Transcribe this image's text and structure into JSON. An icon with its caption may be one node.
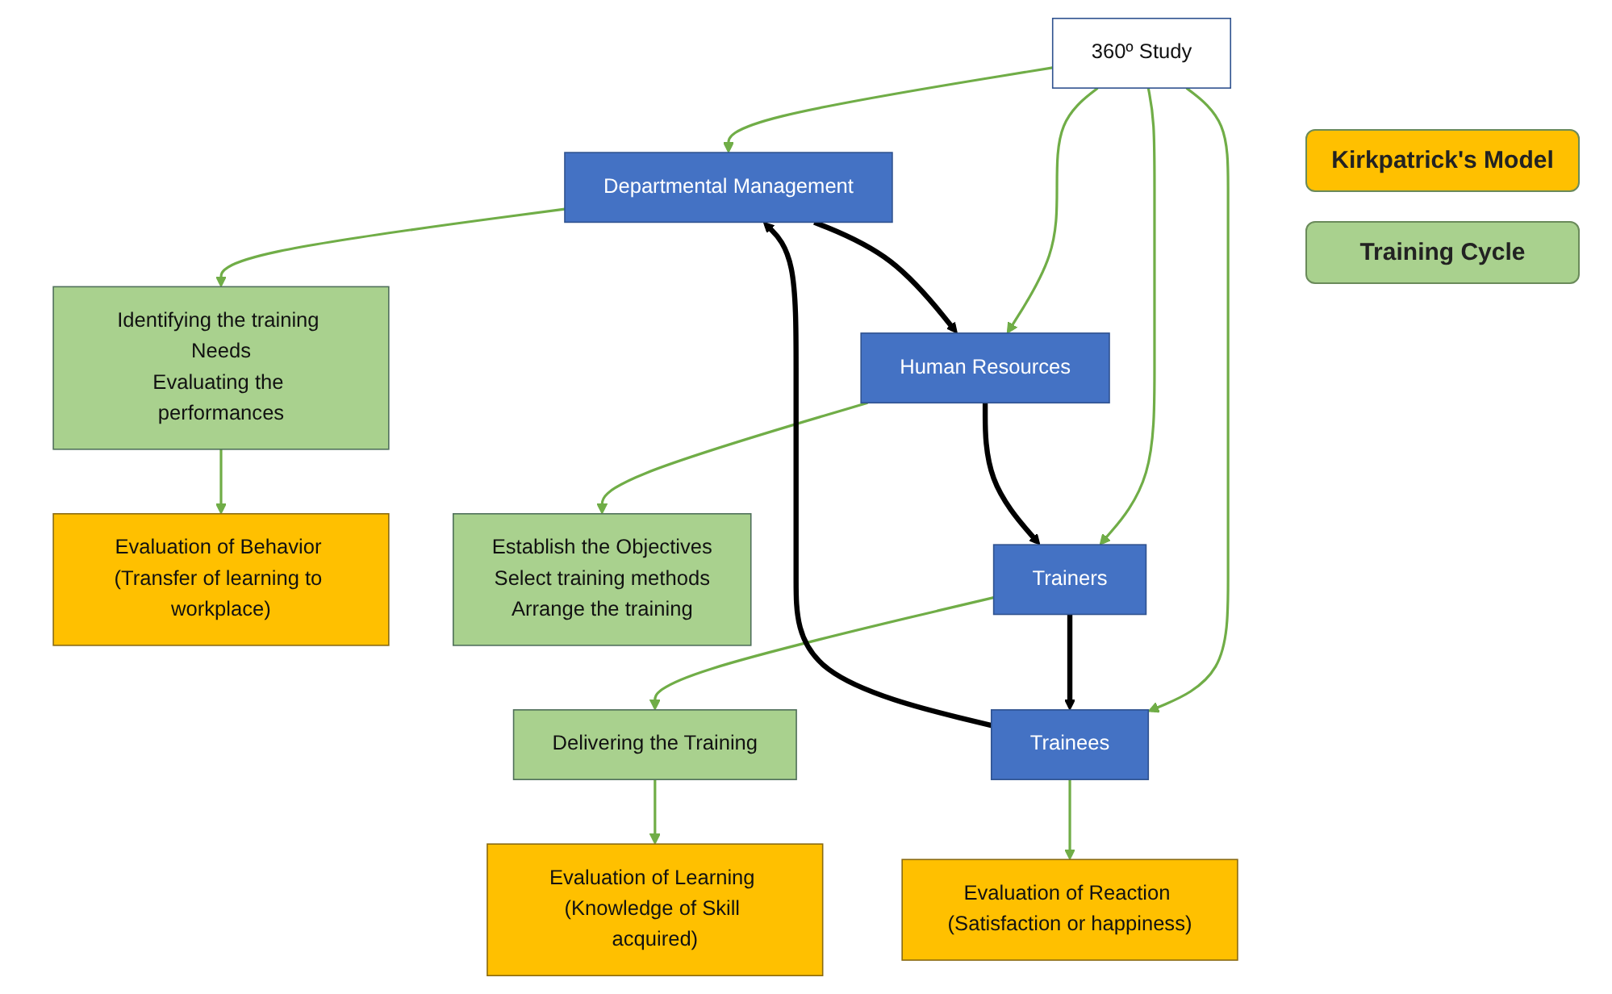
{
  "diagram": {
    "nodes": [
      {
        "text": [
          "Evaluation of Behavior (Transfer of learning to workplace)"
        ]
      },
      {
        "text": [
          "Identifying the training Needs",
          "Evaluating the performances"
        ]
      },
      {
        "text": [
          "Departmental Management"
        ]
      },
      {
        "text": [
          "Evaluation of Reaction (Satisfaction or happiness)"
        ]
      },
      {
        "text": [
          "Trainees"
        ]
      },
      {
        "text": [
          "360º Study"
        ]
      },
      {
        "text": [
          "Human Resources"
        ]
      },
      {
        "text": [
          "Establish the Objectives",
          "Select training methods",
          "Arrange the training"
        ]
      },
      {
        "text": [
          "Trainers"
        ]
      },
      {
        "text": [
          "Delivering the Training"
        ]
      },
      {
        "text": [
          "Evaluation of Learning (Knowledge of Skill acquired)"
        ]
      }
    ],
    "edges": [
      {
        "from": 1,
        "to": 0,
        "arrow": "to"
      },
      {
        "from": 2,
        "to": 1,
        "arrow": "to"
      },
      {
        "from": 5,
        "to": 2,
        "arrow": "to"
      },
      {
        "from": 5,
        "to": 4,
        "arrow": "to"
      },
      {
        "from": 4,
        "to": 3,
        "arrow": "to"
      },
      {
        "from": 5,
        "to": 6,
        "arrow": "to"
      },
      {
        "from": 6,
        "to": 7,
        "arrow": "to"
      },
      {
        "from": 5,
        "to": 8,
        "arrow": "to"
      },
      {
        "from": 8,
        "to": 9,
        "arrow": "to"
      },
      {
        "from": 9,
        "to": 10,
        "arrow": "to"
      },
      {
        "from": 4,
        "to": 2,
        "arrow": "to",
        "style": "thick",
        "color": "#000000"
      },
      {
        "from": 2,
        "to": 6,
        "arrow": "to",
        "style": "thick",
        "color": "#000000"
      },
      {
        "from": 6,
        "to": 8,
        "arrow": "to",
        "style": "thick",
        "color": "#000000"
      },
      {
        "from": 8,
        "to": 4,
        "arrow": "to",
        "style": "thick",
        "color": "#000000"
      }
    ],
    "legend": [
      {
        "text": "Kirkpatrick's Model",
        "color": "#ffc000"
      },
      {
        "text": "Training Cycle",
        "color": "#a9d18e"
      }
    ]
  }
}
